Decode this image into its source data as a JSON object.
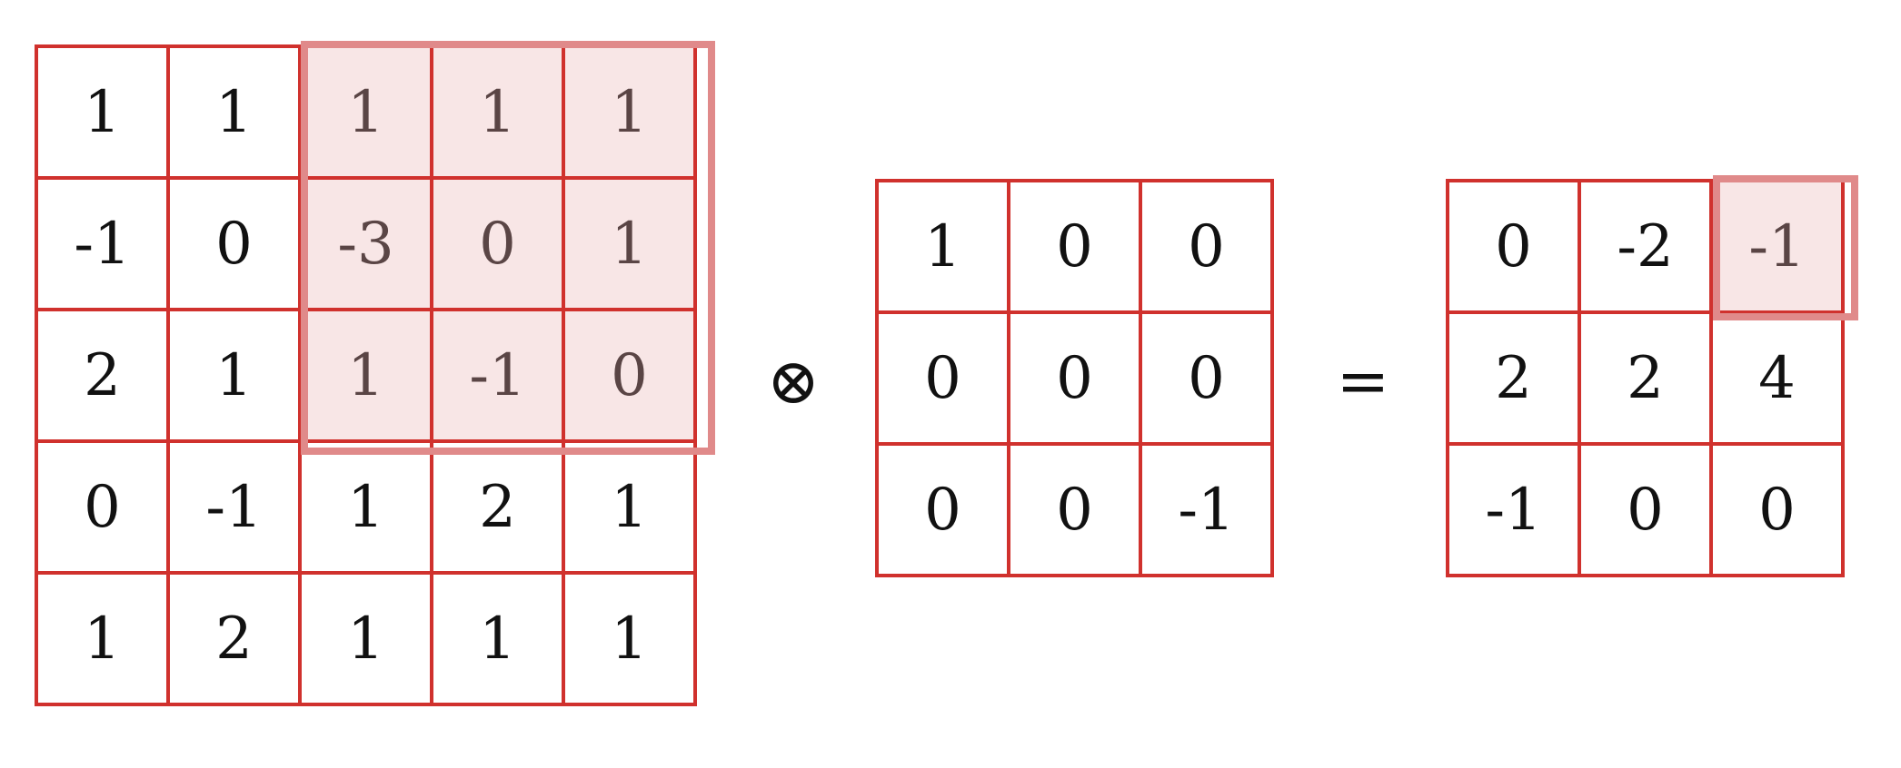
{
  "input_matrix": {
    "rows": [
      [
        "1",
        "1",
        "1",
        "1",
        "1"
      ],
      [
        "-1",
        "0",
        "-3",
        "0",
        "1"
      ],
      [
        "2",
        "1",
        "1",
        "-1",
        "0"
      ],
      [
        "0",
        "-1",
        "1",
        "2",
        "1"
      ],
      [
        "1",
        "2",
        "1",
        "1",
        "1"
      ]
    ],
    "highlighted_cells": [
      [
        0,
        2
      ],
      [
        0,
        3
      ],
      [
        0,
        4
      ],
      [
        1,
        2
      ],
      [
        1,
        3
      ],
      [
        1,
        4
      ],
      [
        2,
        2
      ],
      [
        2,
        3
      ],
      [
        2,
        4
      ]
    ]
  },
  "operators": {
    "convolve": "⊗",
    "equals": "="
  },
  "kernel_matrix": {
    "rows": [
      [
        "1",
        "0",
        "0"
      ],
      [
        "0",
        "0",
        "0"
      ],
      [
        "0",
        "0",
        "-1"
      ]
    ]
  },
  "output_matrix": {
    "rows": [
      [
        "0",
        "-2",
        "-1"
      ],
      [
        "2",
        "2",
        "4"
      ],
      [
        "-1",
        "0",
        "0"
      ]
    ],
    "highlighted_cells": [
      [
        0,
        2
      ]
    ]
  },
  "colors": {
    "grid_line": "#d0312d",
    "highlight_fill": "#f8e6e6",
    "highlight_border": "#e08a8a"
  }
}
